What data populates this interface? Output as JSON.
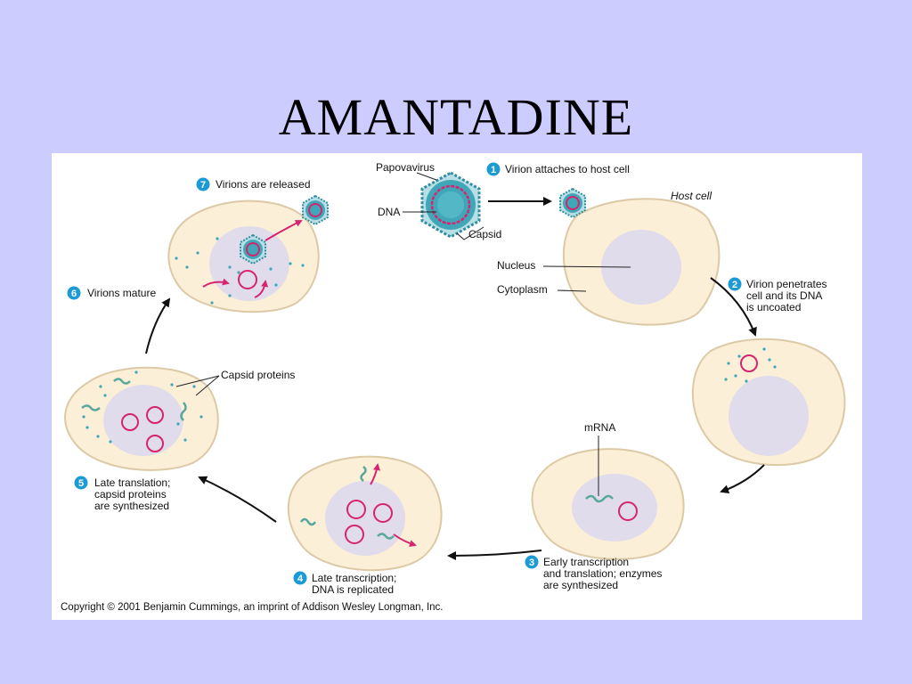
{
  "slide": {
    "title": "AMANTADINE"
  },
  "labels": {
    "papovavirus": "Papovavirus",
    "dna": "DNA",
    "capsid": "Capsid",
    "host_cell": "Host cell",
    "nucleus": "Nucleus",
    "cytoplasm": "Cytoplasm",
    "mrna": "mRNA",
    "capsid_proteins": "Capsid proteins"
  },
  "steps": [
    {
      "num": "1",
      "lines": [
        "Virion attaches to host cell"
      ]
    },
    {
      "num": "2",
      "lines": [
        "Virion penetrates",
        "cell and its DNA",
        "is uncoated"
      ]
    },
    {
      "num": "3",
      "lines": [
        "Early transcription",
        "and translation; enzymes",
        "are synthesized"
      ]
    },
    {
      "num": "4",
      "lines": [
        "Late transcription;",
        "DNA is replicated"
      ]
    },
    {
      "num": "5",
      "lines": [
        "Late translation;",
        "capsid proteins",
        "are synthesized"
      ]
    },
    {
      "num": "6",
      "lines": [
        "Virions mature"
      ]
    },
    {
      "num": "7",
      "lines": [
        "Virions are released"
      ]
    }
  ],
  "copyright": "Copyright © 2001 Benjamin Cummings, an imprint of Addison Wesley Longman, Inc.",
  "colors": {
    "background": "#ccccff",
    "cell_fill": "#fbefd8",
    "cell_stroke": "#dcc9a6",
    "nucleus_fill": "#e0dcec",
    "dna_ring": "#d6246e",
    "capsid_teal": "#3fa7b8",
    "step_badge": "#1b9ad6",
    "mrna": "#56a89a",
    "arrow": "#111111"
  }
}
